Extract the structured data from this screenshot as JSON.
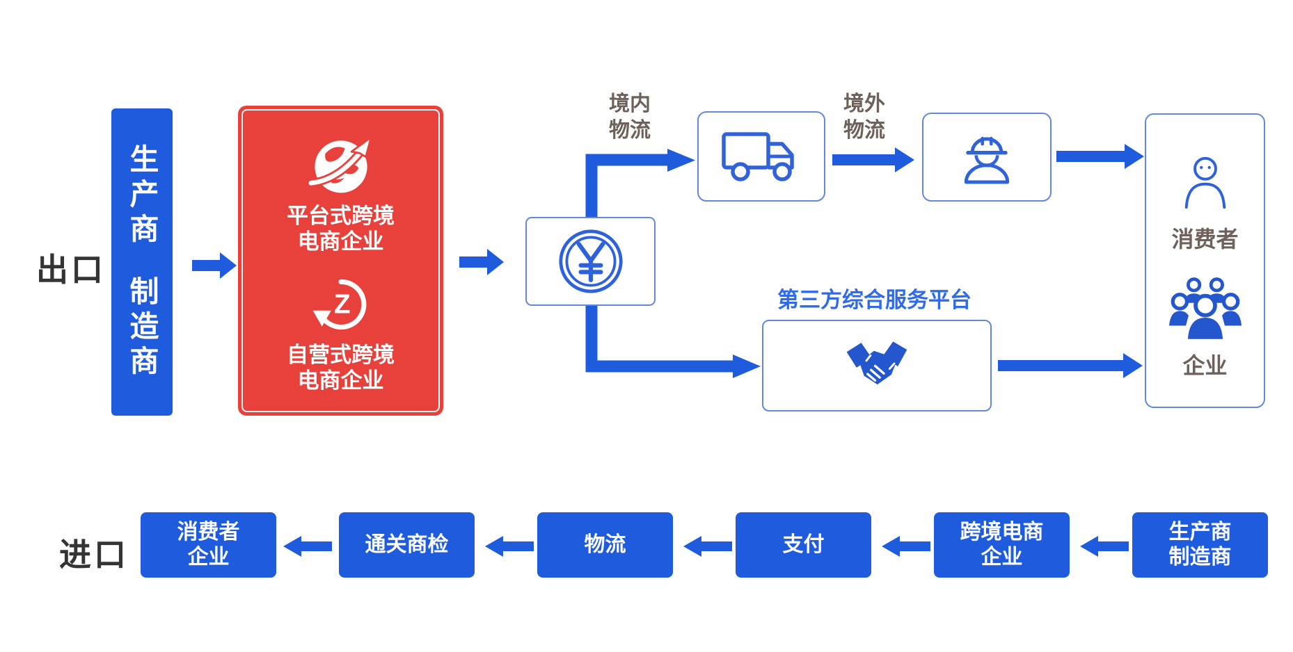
{
  "export_section": {
    "label": "出口",
    "producer_bar": {
      "word1": "生产商",
      "word2": "制造商"
    },
    "platform_box": {
      "platform_line1": "平台式跨境",
      "platform_line2": "电商企业",
      "self_line1": "自营式跨境",
      "self_line2": "电商企业"
    },
    "domestic_logistics_line1": "境内",
    "domestic_logistics_line2": "物流",
    "overseas_logistics_line1": "境外",
    "overseas_logistics_line2": "物流",
    "third_party_platform_label": "第三方综合服务平台",
    "receiver_box": {
      "consumer": "消费者",
      "enterprise": "企业"
    }
  },
  "import_section": {
    "label": "进口",
    "steps": [
      {
        "line1": "消费者",
        "line2": "企业"
      },
      {
        "line1": "通关商检",
        "line2": ""
      },
      {
        "line1": "物流",
        "line2": ""
      },
      {
        "line1": "支付",
        "line2": ""
      },
      {
        "line1": "跨境电商",
        "line2": "企业"
      },
      {
        "line1": "生产商",
        "line2": "制造商"
      }
    ]
  },
  "icons": [
    "globe-plane-icon",
    "z-cycle-icon",
    "yuan-coin-icon",
    "truck-icon",
    "worker-icon",
    "consumer-person-icon",
    "enterprise-group-icon",
    "handshake-icon"
  ],
  "colors": {
    "primary_blue": "#1E5CDD",
    "icon_stroke_blue": "#2E61DC",
    "solid_icon_blue": "#2456CE",
    "outline_border_blue": "#6487DE",
    "red": "#E8413C",
    "label_gray": "#6E6159",
    "section_label_dark": "#343434",
    "platform_label_blue": "#2F6BE8",
    "background": "#FFFFFF"
  }
}
